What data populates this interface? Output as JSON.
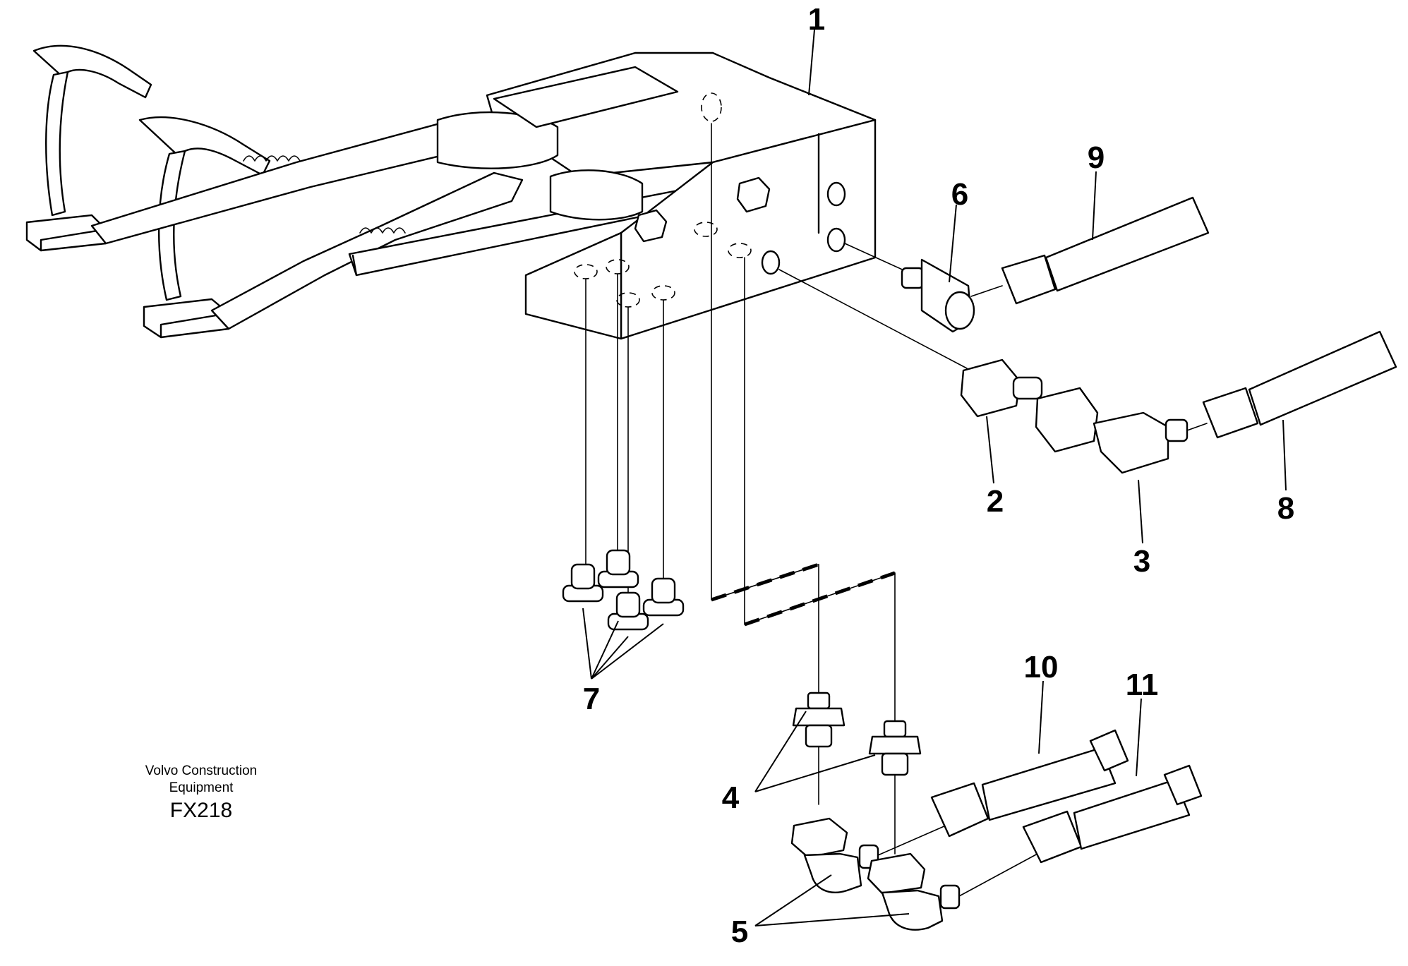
{
  "parts": {
    "p1": "1",
    "p2": "2",
    "p3": "3",
    "p4": "4",
    "p5": "5",
    "p6": "6",
    "p7": "7",
    "p8": "8",
    "p9": "9",
    "p10": "10",
    "p11": "11"
  },
  "caption": {
    "line1": "Volvo Construction",
    "line2": "Equipment",
    "code": "FX218"
  }
}
